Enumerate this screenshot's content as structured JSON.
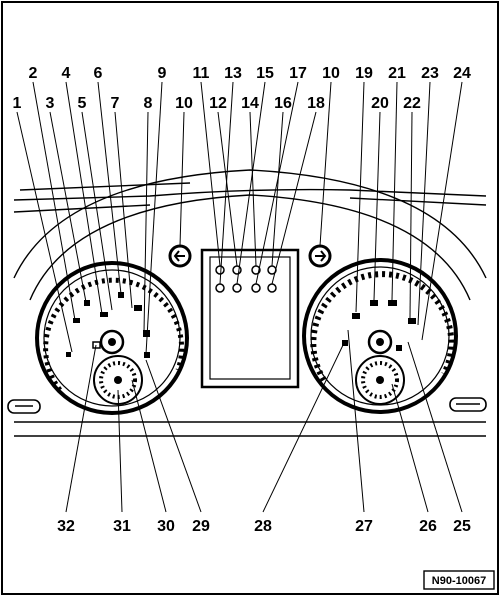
{
  "top_callouts_row1": [
    "2",
    "4",
    "6",
    "9",
    "11",
    "13",
    "15",
    "17",
    "10",
    "19",
    "21",
    "23",
    "24"
  ],
  "top_callouts_row2": [
    "1",
    "3",
    "5",
    "7",
    "8",
    "10",
    "12",
    "14",
    "16",
    "18",
    "20",
    "22"
  ],
  "bottom_callouts": [
    "32",
    "31",
    "30",
    "29",
    "28",
    "27",
    "26",
    "25"
  ],
  "reference_code": "N90-10067"
}
